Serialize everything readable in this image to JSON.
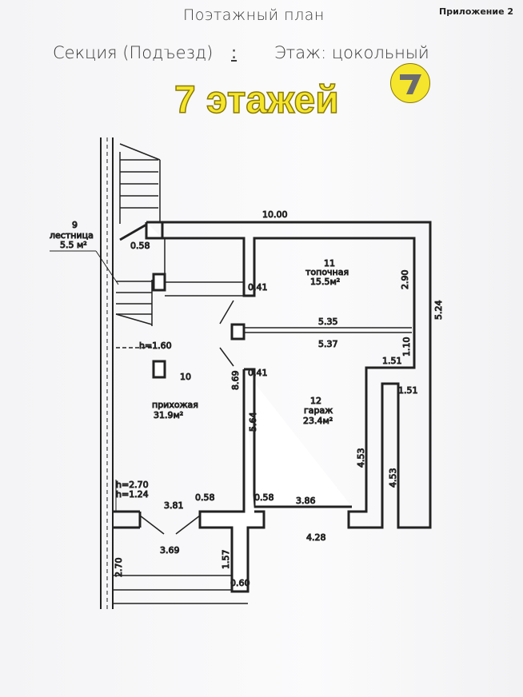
{
  "header": {
    "title": "Поэтажный план",
    "appendix": "Приложение 2",
    "section_label": "Секция (Подъезд)",
    "section_value": ":",
    "floor_label": "Этаж: цокольный"
  },
  "overlay": {
    "badge_text": "7 этажей",
    "logo_glyph": "7",
    "badge_color": "#f5e52c"
  },
  "rooms": [
    {
      "number": "9",
      "name": "лестница",
      "area": "5.5 м²"
    },
    {
      "number": "10",
      "name": "прихожая",
      "area": "31.9м²"
    },
    {
      "number": "11",
      "name": "топочная",
      "area": "15.5м²"
    },
    {
      "number": "12",
      "name": "гараж",
      "area": "23.4м²"
    }
  ],
  "dimensions": {
    "top": "10.00",
    "d058a": "0.58",
    "d041a": "0.41",
    "d290": "2.90",
    "d524": "5.24",
    "d535": "5.35",
    "d537": "5.37",
    "d110": "1.10",
    "d151a": "1.51",
    "d151b": "1.51",
    "d869": "8.69",
    "d041b": "0.41",
    "d564": "5.64",
    "d453a": "4.53",
    "d453b": "4.53",
    "h160": "h=1.60",
    "h270": "h=2.70",
    "h124": "h=1.24",
    "d381": "3.81",
    "d058b": "0.58",
    "d058c": "0.58",
    "d386": "3.86",
    "d428": "4.28",
    "d369": "3.69",
    "d157": "1.57",
    "d270": "2.70",
    "d060": "0.60"
  }
}
